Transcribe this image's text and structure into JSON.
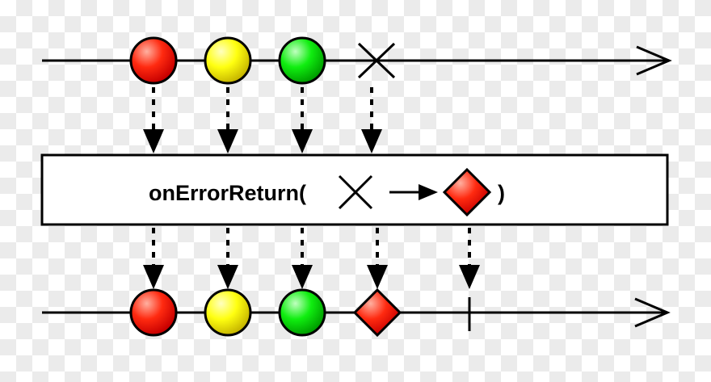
{
  "operator": {
    "label": "onErrorReturn(",
    "close": ")"
  },
  "colors": {
    "red": "#ff1a00",
    "yellow": "#ffff00",
    "green": "#00e000",
    "line": "#000000"
  },
  "input_stream": {
    "items": [
      "red",
      "yellow",
      "green"
    ],
    "terminal": "error"
  },
  "output_stream": {
    "items": [
      "red",
      "yellow",
      "green",
      "red-diamond"
    ],
    "terminal": "complete"
  }
}
